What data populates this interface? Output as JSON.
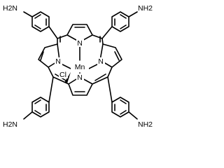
{
  "molecule": {
    "substituents": {
      "top_left": "H2N",
      "top_right": "NH2",
      "bottom_left": "H2N",
      "bottom_right": "NH2"
    },
    "core": {
      "metal": "Mn",
      "halide": "Cl",
      "nitrogen": "N"
    }
  }
}
